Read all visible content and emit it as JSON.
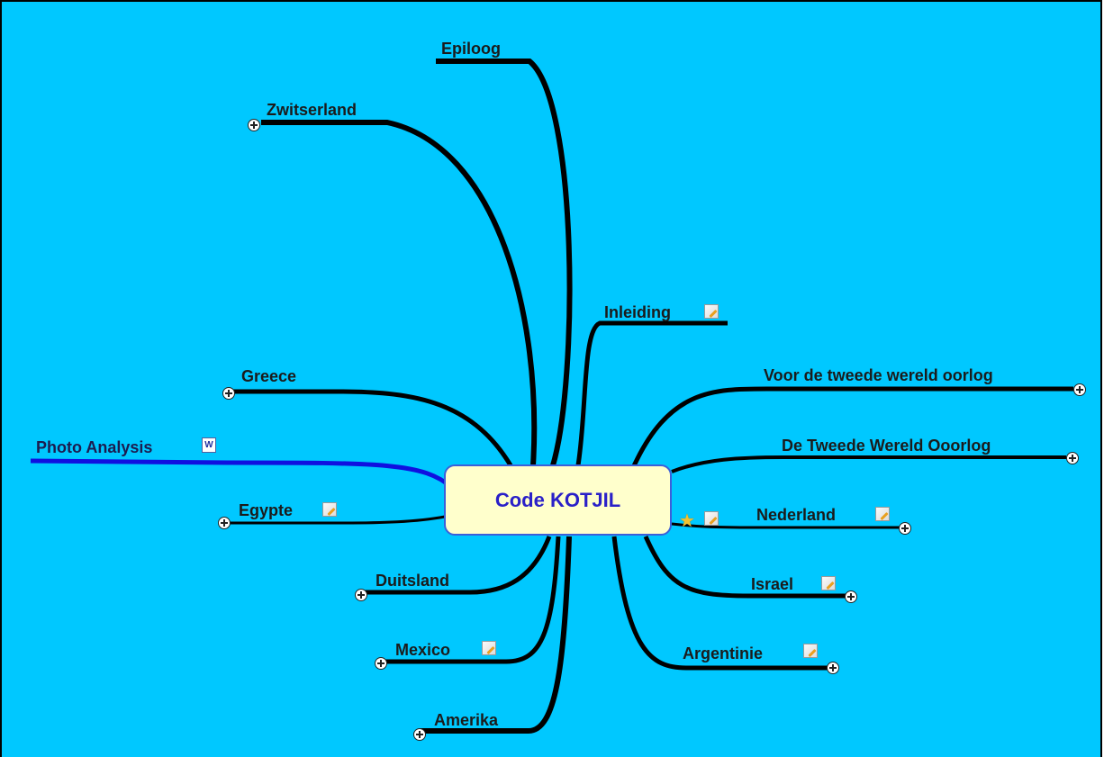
{
  "central_topic": "Code KOTJIL",
  "topics": {
    "epiloog": "Epiloog",
    "zwitserland": "Zwitserland",
    "inleiding": "Inleiding",
    "voor_de_tweede_wereld_oorlog": "Voor de tweede wereld oorlog",
    "de_tweede_wereld_ooorlog": "De Tweede Wereld Ooorlog",
    "nederland": "Nederland",
    "israel": "Israel",
    "argentinie": "Argentinie",
    "greece": "Greece",
    "photo_analysis": "Photo Analysis",
    "egypte": "Egypte",
    "duitsland": "Duitsland",
    "mexico": "Mexico",
    "amerika": "Amerika"
  },
  "icons": {
    "note": "note-icon",
    "word_document": "word-document-icon",
    "expand": "expand-plus-icon",
    "star": "star-icon"
  },
  "colors": {
    "background": "#00c8ff",
    "central_fill": "#ffffcc",
    "central_border": "#3b5fd9",
    "central_text": "#2a20c8",
    "branch": "#000000",
    "photo_analysis_branch": "#1010e0"
  }
}
